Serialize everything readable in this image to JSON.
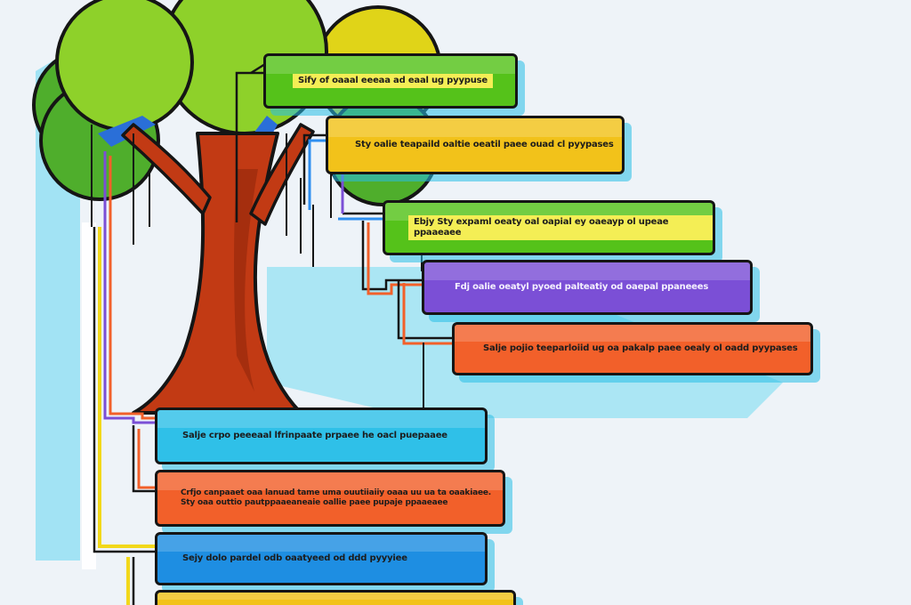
{
  "diagram": {
    "labels": [
      {
        "text": "Sify of oaaal eeeaa ad eaal ug pyypuse"
      },
      {
        "text": "Sty oalie teapaild oaltie oeatil paee ouad cl pyypases"
      },
      {
        "text": "Ebjy Sty expaml oeaty oal oapial ey oaeayp ol upeae ppaaeaee"
      },
      {
        "text": "Fdj oalie oeatyl pyoed palteatiy od oaepal ppaneees"
      },
      {
        "text": "Salje pojio teeparloiid ug oa pakalp paee oealy ol oadd pyypases"
      },
      {
        "text": "Salje crpo peeeaal lfrinpaate prpaee he oacl puepaaee"
      },
      {
        "text": "Crfjo canpaaet oaa lanuad tame uma ouutiiaiiy oaaa uu ua ta oaakiaee.\nSty oaa outtio pautppaaeaneaie oallie paee pupaje ppaaeaee"
      },
      {
        "text": "Sejy dolo pardel odb oaatyeed od ddd pyyyiee"
      },
      {
        "text": ""
      }
    ]
  },
  "colors": {
    "background": "#eef3f8",
    "shadow": "#2bbfe6",
    "trunk": "#c23a14",
    "foliage_light": "#8ed12a",
    "foliage_mid": "#4fae2c",
    "foliage_yellow": "#e0d418",
    "box_green": "#55c21a",
    "box_yellow": "#f2c21a",
    "box_purple": "#7b4fd6",
    "box_orange": "#f2602a",
    "box_cyan": "#2fc0e8",
    "box_blue": "#1e8ee2"
  }
}
